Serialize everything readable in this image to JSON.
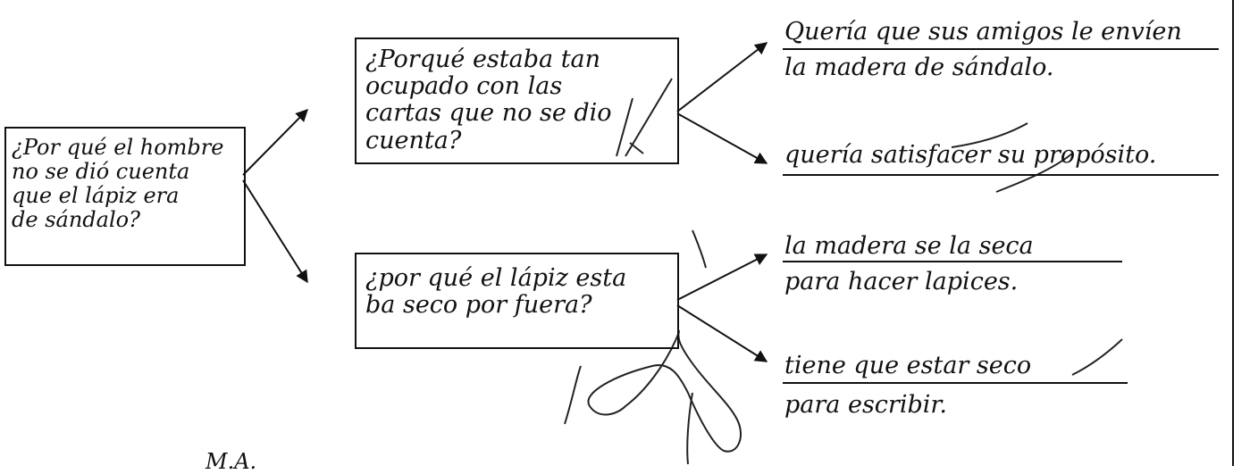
{
  "root_question": {
    "text": "¿Por qué el hombre\nno se dió cuenta\nque el lápiz era\nde sándalo?"
  },
  "branches": [
    {
      "question": "¿Porqué estaba tan\nocupado con las\ncartas que no se dio\ncuenta?",
      "answers": [
        "Quería que sus amigos le envíen",
        "la madera de sándalo.",
        "quería satisfacer su propósito."
      ]
    },
    {
      "question": "¿por qué el lápiz esta\nba seco por fuera?",
      "answers": [
        "la madera se la seca",
        "para hacer lapices.",
        "tiene que estar seco",
        "para escribir."
      ]
    }
  ],
  "footer_text": "M.A."
}
